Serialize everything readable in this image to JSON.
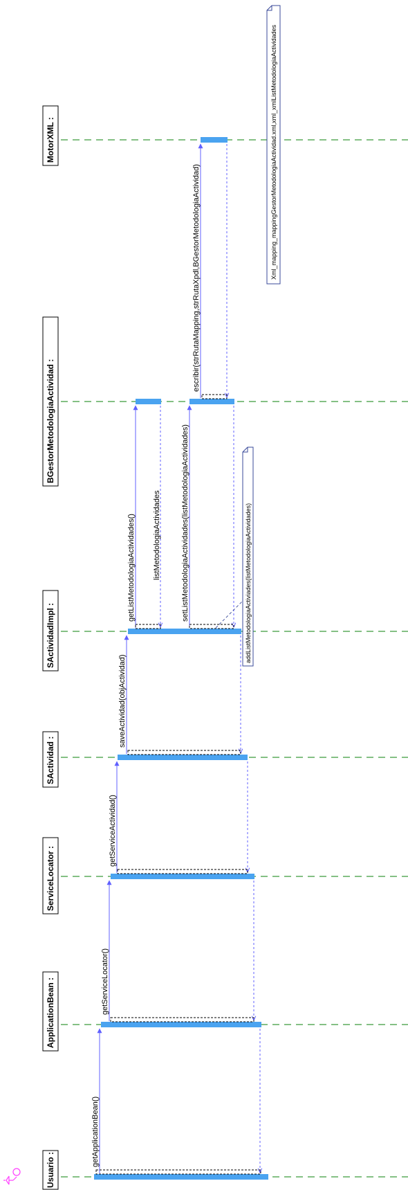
{
  "participants": [
    {
      "id": "usuario",
      "label": "Usuario :",
      "is_actor": true
    },
    {
      "id": "application_bean",
      "label": "ApplicationBean :"
    },
    {
      "id": "service_locator",
      "label": "ServiceLocator :"
    },
    {
      "id": "sactividad",
      "label": "SActividad :"
    },
    {
      "id": "sactividad_impl",
      "label": "SActividadImpl :"
    },
    {
      "id": "bgestor",
      "label": "BGestorMetodologiaActividad :"
    },
    {
      "id": "motor_xml",
      "label": "MotorXML :"
    }
  ],
  "messages": [
    {
      "from": "usuario",
      "to": "application_bean",
      "label": "getApplicationBean()"
    },
    {
      "from": "application_bean",
      "to": "service_locator",
      "label": "getServiceLocator()"
    },
    {
      "from": "service_locator",
      "to": "sactividad",
      "label": "getServiceActividad()"
    },
    {
      "from": "sactividad",
      "to": "sactividad_impl",
      "label": "saveActividad(objActividad)"
    },
    {
      "from": "sactividad_impl",
      "to": "bgestor",
      "label": "getListMetodologiaActividades()"
    },
    {
      "from": "bgestor",
      "to": "sactividad_impl",
      "label": "listMetodologiaActividades",
      "return": true
    },
    {
      "from": "sactividad_impl",
      "to": "bgestor",
      "label": "setListMetodologiaActividades(listMetodologiaActividades)"
    },
    {
      "from": "bgestor",
      "to": "motor_xml",
      "label": "escribir(strRutaMapping,strRutaXpdl,BGestorMetodologiaActividad)"
    }
  ],
  "notes": [
    {
      "label": "addListMetodologiaActiviades(listMetodologiaActividades)"
    },
    {
      "label": "Xml_mapping_mappingGestorMetodologiaActividad.xml,xml_xmlListMetodologiaActividades"
    }
  ],
  "colors": {
    "lifeline": "#3a9a3a",
    "activation": "#4aa3f0",
    "message": "#6060ff",
    "actor": "#ff40ff",
    "note_border": "#3a4a9a"
  }
}
